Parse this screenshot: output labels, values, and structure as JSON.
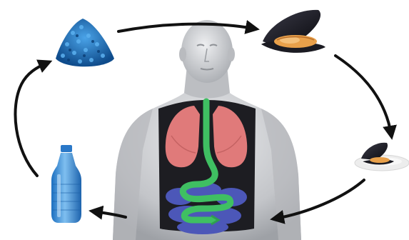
{
  "diagram": {
    "type": "cycle",
    "nodes": [
      {
        "id": "pellets",
        "icon": "plastic-pellets-icon",
        "color": "#1f5fa0"
      },
      {
        "id": "mussel-open",
        "icon": "mussel-icon",
        "color": "#1b1b22"
      },
      {
        "id": "mussel-plate",
        "icon": "mussel-on-plate-icon",
        "color": "#1b1b22"
      },
      {
        "id": "human",
        "icon": "human-torso-organs-icon",
        "color": "#c9cbcf"
      },
      {
        "id": "bottle",
        "icon": "plastic-bottle-icon",
        "color": "#2b83d6"
      }
    ],
    "flow": [
      "pellets",
      "mussel-open",
      "mussel-plate",
      "human",
      "bottle",
      "pellets"
    ],
    "colors": {
      "arrow": "#111111",
      "lungs": "#e07a7a",
      "digestive_tract": "#3fbf62",
      "intestines": "#4c57b8",
      "skin": "#c8cacd"
    }
  }
}
